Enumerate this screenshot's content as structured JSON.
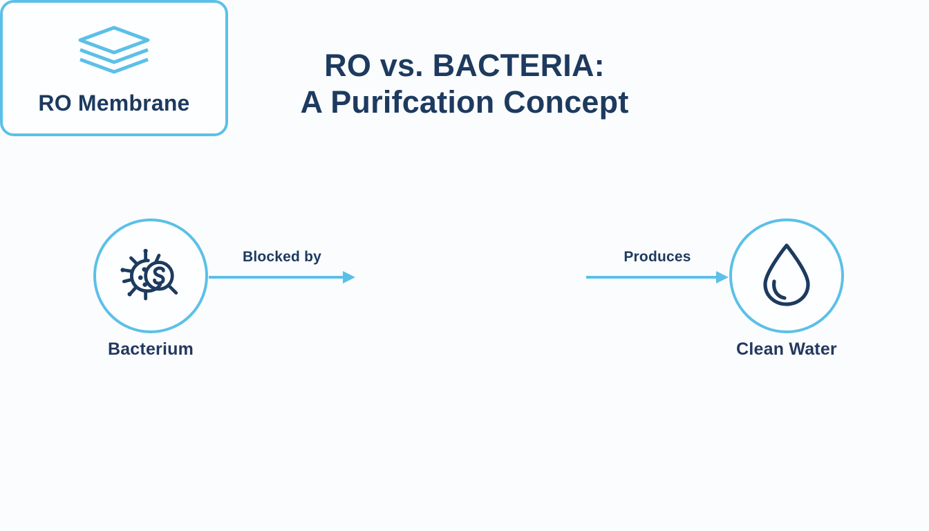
{
  "page": {
    "background_color": "#fbfcfd",
    "accent_color": "#5bc0e8",
    "ink_color": "#1d3a5f"
  },
  "title": {
    "line1": "RO vs. BACTERIA:",
    "line2": "A Purifcation Concept"
  },
  "flow": {
    "nodes": [
      {
        "id": "bacterium",
        "caption": "Bacterium",
        "icon": "bacterium-magnifier-icon",
        "shape": "circle"
      },
      {
        "id": "ro-membrane",
        "caption": "RO Membrane",
        "icon": "layers-stack-icon",
        "shape": "rounded-rectangle"
      },
      {
        "id": "clean-water",
        "caption": "Clean Water",
        "icon": "water-drop-icon",
        "shape": "circle"
      }
    ],
    "connectors": [
      {
        "id": "bacterium-to-membrane",
        "label": "Blocked by",
        "direction": "right"
      },
      {
        "id": "membrane-to-clean-water",
        "label": "Produces",
        "direction": "right"
      }
    ]
  }
}
